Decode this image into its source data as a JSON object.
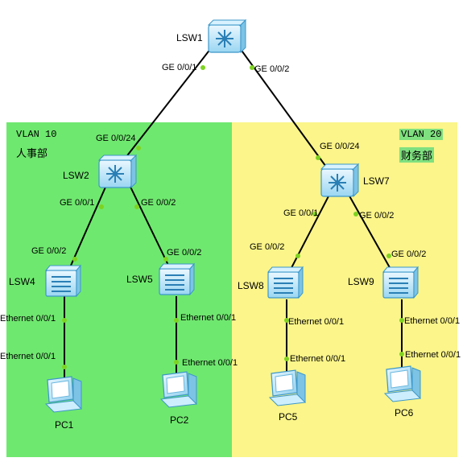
{
  "zones": {
    "left": {
      "vlan": "VLAN 10",
      "dept": "人事部",
      "color": "#6fe86f"
    },
    "right": {
      "vlan": "VLAN 20",
      "dept": "财务部",
      "color": "#fbf58a",
      "label_bg": "#7fe07f"
    }
  },
  "devices": {
    "lsw1": "LSW1",
    "lsw2": "LSW2",
    "lsw7": "LSW7",
    "lsw4": "LSW4",
    "lsw5": "LSW5",
    "lsw8": "LSW8",
    "lsw9": "LSW9",
    "pc1": "PC1",
    "pc2": "PC2",
    "pc5": "PC5",
    "pc6": "PC6"
  },
  "ports": {
    "lsw1_p1": "GE 0/0/1",
    "lsw1_p2": "GE 0/0/2",
    "lsw2_up": "GE 0/0/24",
    "lsw7_up": "GE 0/0/24",
    "lsw2_p1": "GE 0/0/1",
    "lsw2_p2": "GE 0/0/2",
    "lsw7_p1": "GE 0/0/1",
    "lsw7_p2": "GE 0/0/2",
    "lsw4_up": "GE 0/0/2",
    "lsw5_up": "GE 0/0/2",
    "lsw8_up": "GE 0/0/2",
    "lsw9_up": "GE 0/0/2",
    "lsw4_down": "Ethernet 0/0/1",
    "pc1_eth": "Ethernet 0/0/1",
    "lsw5_down": "Ethernet 0/0/1",
    "pc2_eth": "Ethernet 0/0/1",
    "lsw8_down": "Ethernet 0/0/1",
    "pc5_eth": "Ethernet 0/0/1",
    "lsw9_down": "Ethernet 0/0/1",
    "pc6_eth": "Ethernet 0/0/1"
  },
  "icons": {
    "core_switch": "layer3-switch-icon",
    "access_switch": "layer2-switch-icon",
    "pc": "pc-icon"
  }
}
